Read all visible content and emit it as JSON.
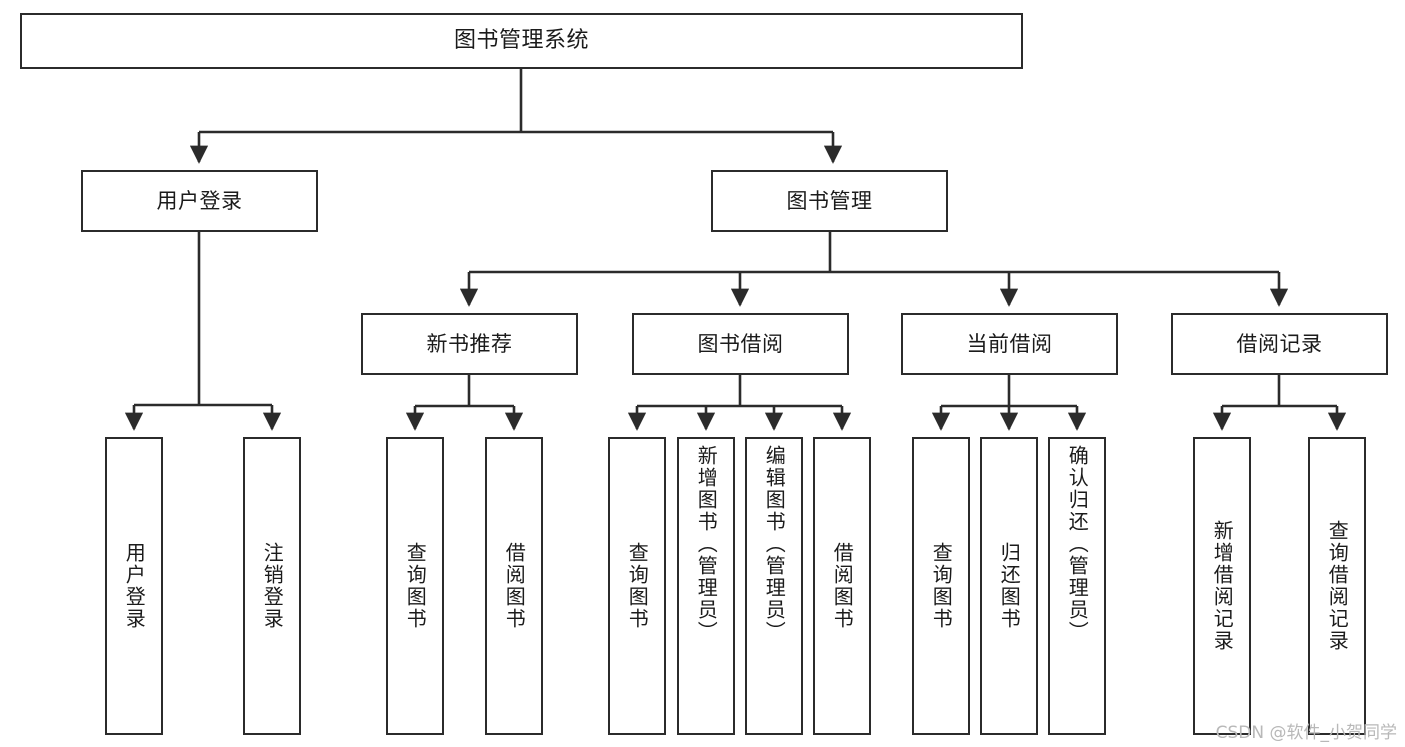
{
  "diagram": {
    "title": "图书管理系统",
    "type": "tree-hierarchy-chart",
    "root": {
      "label": "图书管理系统"
    },
    "level2": [
      {
        "label": "用户登录"
      },
      {
        "label": "图书管理"
      }
    ],
    "level3": [
      {
        "label": "新书推荐"
      },
      {
        "label": "图书借阅"
      },
      {
        "label": "当前借阅"
      },
      {
        "label": "借阅记录"
      }
    ],
    "leaves": [
      {
        "label": "用户登录"
      },
      {
        "label": "注销登录"
      },
      {
        "label": "查询图书"
      },
      {
        "label": "借阅图书"
      },
      {
        "label": "查询图书"
      },
      {
        "label": "新增图书（管理员）"
      },
      {
        "label": "编辑图书（管理员）"
      },
      {
        "label": "借阅图书"
      },
      {
        "label": "查询图书"
      },
      {
        "label": "归还图书"
      },
      {
        "label": "确认归还（管理员）"
      },
      {
        "label": "新增借阅记录"
      },
      {
        "label": "查询借阅记录"
      }
    ]
  },
  "watermark": {
    "text": "CSDN @软件_小贺同学"
  },
  "colors": {
    "box_border": "#2b2b2b",
    "box_fill": "#ffffff",
    "edge": "#2b2b2b",
    "text": "#1b1b1b",
    "watermark": "#b8b8b8"
  }
}
